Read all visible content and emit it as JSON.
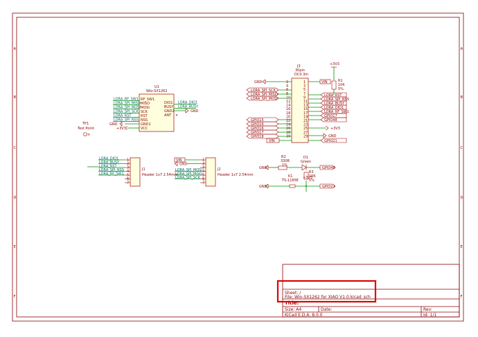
{
  "frame": {
    "left_ticks": [
      "A",
      "B",
      "C",
      "D",
      "E",
      "F"
    ],
    "right_ticks": [
      "A",
      "B",
      "C",
      "D",
      "E",
      "F"
    ]
  },
  "u1": {
    "ref": "U1",
    "value": "Wio-SX1262",
    "left_pins": [
      "RF_SW1",
      "MISO",
      "MOSI",
      "SCK",
      "RST",
      "NSS",
      "GND1",
      "VCC"
    ],
    "right_pins": [
      "DIO1",
      "BUSY",
      "GND2",
      "ANT"
    ],
    "left_nets": [
      "LORA_RF_SW1",
      "LORA_SPI_MISO",
      "LORA_SPI_MOSI",
      "LORA_SPI_SCK",
      "LORA_RST",
      "LORA_SPI_NSS"
    ],
    "right_nets": [
      "LORA_DIO1",
      "LORA_BUSY"
    ],
    "gnd": "GND",
    "vcc": "+3V3"
  },
  "tp1": {
    "ref": "TP1",
    "value": "Test Point"
  },
  "j3": {
    "ref": "J3",
    "line1": "30pin",
    "line2": "DC0.3m",
    "left_nets": [
      "LORA_SPI_SCK",
      "LORA_SPI_MISO",
      "LORA_SPI_MOSI",
      "GPIO15",
      "GPIO16",
      "GPIO16",
      "GPIO17",
      "GPIO18"
    ],
    "right_nets": [
      "LORA_RST",
      "LORA_SPI_NSS",
      "LORA_BUSY",
      "LORA_DIO1",
      "LORA_RF_SW1",
      "GPIO17",
      "GPIO48",
      "GPIO21"
    ],
    "gnd": "GND",
    "vin": "VIN",
    "v33": "+3V3"
  },
  "r1": {
    "ref": "R1",
    "value": "10K",
    "tol": "5%"
  },
  "d1_block": {
    "r2_ref": "R2",
    "r2_value": "330R",
    "r2_tol": "1%",
    "d1_ref": "D1",
    "d1_value": "Green",
    "gnd": "GND",
    "net": "GPIO48"
  },
  "k1_block": {
    "k1_ref": "K1",
    "k1_value": "TS-1185E",
    "r3_ref": "R3",
    "r3_value": "10K",
    "r3_tol": "5%",
    "gnd": "GND",
    "net": "GPIO21",
    "v33": "+3V3"
  },
  "j1": {
    "ref": "J1",
    "value": "Header 1x7 2.54mm",
    "nets": [
      "LORA_DIO1",
      "LORA_BUSY",
      "LORA_RST",
      "LORA_SPI_NSS",
      "LORA_RF_SW1"
    ]
  },
  "j2": {
    "ref": "J2",
    "value": "Header 1x7 2.54mm",
    "nets": [
      "VIN",
      "GND",
      "LORA_SPI_MOSI",
      "LORA_SPI_MISO",
      "LORA_SPI_SCK"
    ]
  },
  "title_block": {
    "sheet": "Sheet: /",
    "file": "File: Wio-SX1262 for XIAO V1.0.kicad_sch",
    "title": "Title:",
    "size": "Size: A4",
    "date": "Date:",
    "rev": "Rev:",
    "tool": "KiCad E.D.A. 8.0.0",
    "id": "Id: 1/1"
  },
  "colors": {
    "frame": "#8b0000",
    "wire": "#009000",
    "highlight": "#e00000"
  }
}
